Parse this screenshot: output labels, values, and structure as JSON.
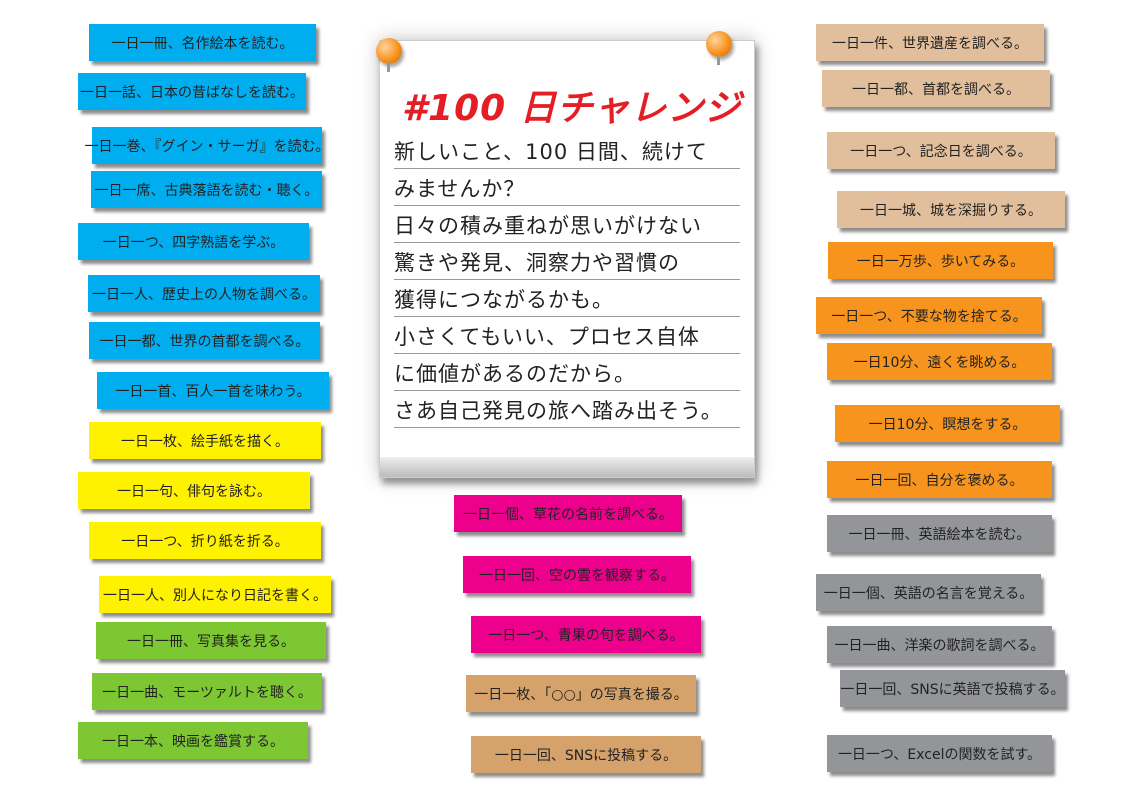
{
  "card": {
    "title": "#100 日チャレンジ",
    "lines": [
      "新しいこと、100 日間、続けて",
      "みませんか？",
      "日々の積み重ねが思いがけない",
      "驚きや発見、洞察力や習慣の",
      "獲得につながるかも。",
      "小さくてもいい、プロセス自体",
      "に価値があるのだから。",
      "さあ自己発見の旅へ踏み出そう。"
    ],
    "title_color": "#e31e24",
    "pin_color": "#f7941d"
  },
  "colors": {
    "blue": "#00aeef",
    "yellow": "#fff200",
    "green": "#7dc832",
    "magenta": "#ec008c",
    "tan": "#d6a26b",
    "beige": "#e2bf9c",
    "orange": "#f7941d",
    "gray": "#939598"
  },
  "notes": [
    {
      "text": "一日一冊、名作絵本を読む。",
      "color": "blue"
    },
    {
      "text": "一日一話、日本の昔ばなしを読む。",
      "color": "blue"
    },
    {
      "text": "一日一巻、『グイン・サーガ』を読む。",
      "color": "blue"
    },
    {
      "text": "一日一席、古典落語を読む・聴く。",
      "color": "blue"
    },
    {
      "text": "一日一つ、四字熟語を学ぶ。",
      "color": "blue"
    },
    {
      "text": "一日一人、歴史上の人物を調べる。",
      "color": "blue"
    },
    {
      "text": "一日一都、世界の首都を調べる。",
      "color": "blue"
    },
    {
      "text": "一日一首、百人一首を味わう。",
      "color": "blue"
    },
    {
      "text": "一日一枚、絵手紙を描く。",
      "color": "yellow"
    },
    {
      "text": "一日一句、俳句を詠む。",
      "color": "yellow"
    },
    {
      "text": "一日一つ、折り紙を折る。",
      "color": "yellow"
    },
    {
      "text": "一日一人、別人になり日記を書く。",
      "color": "yellow"
    },
    {
      "text": "一日一冊、写真集を見る。",
      "color": "green"
    },
    {
      "text": "一日一曲、モーツァルトを聴く。",
      "color": "green"
    },
    {
      "text": "一日一本、映画を鑑賞する。",
      "color": "green"
    },
    {
      "text": "一日一個、草花の名前を調べる。",
      "color": "magenta"
    },
    {
      "text": "一日一回、空の雲を観察する。",
      "color": "magenta"
    },
    {
      "text": "一日一つ、青果の旬を調べる。",
      "color": "magenta"
    },
    {
      "text": "一日一枚、「○○」の写真を撮る。",
      "color": "tan"
    },
    {
      "text": "一日一回、SNSに投稿する。",
      "color": "tan"
    },
    {
      "text": "一日一件、世界遺産を調べる。",
      "color": "beige"
    },
    {
      "text": "一日一都、首都を調べる。",
      "color": "beige"
    },
    {
      "text": "一日一つ、記念日を調べる。",
      "color": "beige"
    },
    {
      "text": "一日一城、城を深掘りする。",
      "color": "beige"
    },
    {
      "text": "一日一万歩、歩いてみる。",
      "color": "orange"
    },
    {
      "text": "一日一つ、不要な物を捨てる。",
      "color": "orange"
    },
    {
      "text": "一日10分、遠くを眺める。",
      "color": "orange"
    },
    {
      "text": "一日10分、瞑想をする。",
      "color": "orange"
    },
    {
      "text": "一日一回、自分を褒める。",
      "color": "orange"
    },
    {
      "text": "一日一冊、英語絵本を読む。",
      "color": "gray"
    },
    {
      "text": "一日一個、英語の名言を覚える。",
      "color": "gray"
    },
    {
      "text": "一日一曲、洋楽の歌詞を調べる。",
      "color": "gray"
    },
    {
      "text": "一日一回、SNSに英語で投稿する。",
      "color": "gray"
    },
    {
      "text": "一日一つ、Excelの関数を試す。",
      "color": "gray"
    }
  ]
}
